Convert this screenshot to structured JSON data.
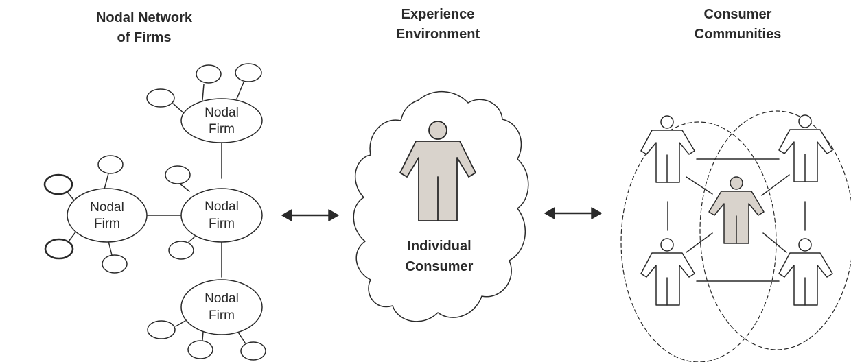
{
  "diagram": {
    "columns": [
      {
        "title": "Nodal Network\nof Firms"
      },
      {
        "title": "Experience\nEnvironment"
      },
      {
        "title": "Consumer\nCommunities"
      }
    ],
    "nodal_firm_label_line1": "Nodal",
    "nodal_firm_label_line2": "Firm",
    "consumer_label_line1": "Individual",
    "consumer_label_line2": "Consumer",
    "colors": {
      "stroke": "#2a2a2a",
      "person_fill": "#d9d3cc",
      "background": "#ffffff"
    },
    "icons": [
      "double-headed-arrow-icon",
      "person-icon",
      "cloud-shape"
    ]
  }
}
